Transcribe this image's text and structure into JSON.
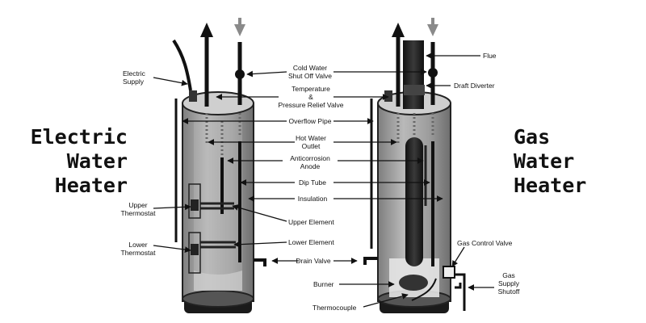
{
  "titles": {
    "electric": [
      "Electric",
      "Water",
      "Heater"
    ],
    "gas": [
      "Gas",
      "Water",
      "Heater"
    ]
  },
  "labels": {
    "electric_supply": [
      "Electric",
      "Supply"
    ],
    "cold_water_shutoff": [
      "Cold Water",
      "Shut Off Valve"
    ],
    "temp_pressure_valve": [
      "Temperature",
      "&",
      "Pressure Relief Valve"
    ],
    "overflow_pipe": "Overflow Pipe",
    "hot_water_outlet": [
      "Hot Water",
      "Outlet"
    ],
    "anticorrosion_anode": [
      "Anticorrosion",
      "Anode"
    ],
    "dip_tube": "Dip Tube",
    "insulation": "Insulation",
    "upper_element": "Upper Element",
    "lower_element": "Lower Element",
    "upper_thermostat": [
      "Upper",
      "Thermostat"
    ],
    "lower_thermostat": [
      "Lower",
      "Thermostat"
    ],
    "drain_valve": "Drain Valve",
    "burner": "Burner",
    "thermocouple": "Thermocouple",
    "flue": "Flue",
    "draft_diverter": "Draft Diverter",
    "gas_control_valve": "Gas Control Valve",
    "gas_supply_shutoff": [
      "Gas",
      "Supply",
      "Shutoff"
    ]
  },
  "colors": {
    "tank_body": "#a8a8a8",
    "tank_dark": "#1c1c1c",
    "pipe": "#1a1a1a",
    "arrow_gray": "#8a8a8a"
  }
}
